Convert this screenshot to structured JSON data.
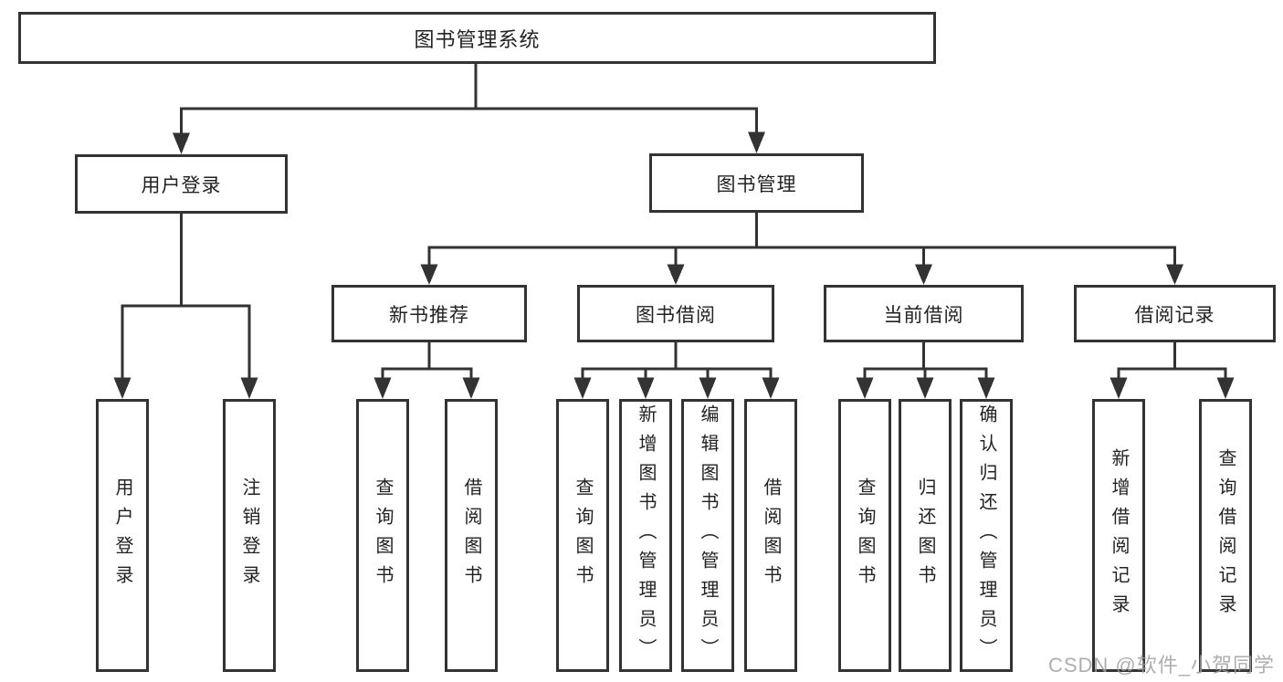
{
  "diagram": {
    "type": "tree",
    "root": {
      "label": "图书管理系统",
      "children": [
        {
          "label": "用户登录",
          "children": [
            {
              "label": "用户登录"
            },
            {
              "label": "注销登录"
            }
          ]
        },
        {
          "label": "图书管理",
          "children": [
            {
              "label": "新书推荐",
              "children": [
                {
                  "label": "查询图书"
                },
                {
                  "label": "借阅图书"
                }
              ]
            },
            {
              "label": "图书借阅",
              "children": [
                {
                  "label": "查询图书"
                },
                {
                  "label": "新增图书（管理员）"
                },
                {
                  "label": "编辑图书（管理员）"
                },
                {
                  "label": "借阅图书"
                }
              ]
            },
            {
              "label": "当前借阅",
              "children": [
                {
                  "label": "查询图书"
                },
                {
                  "label": "归还图书"
                },
                {
                  "label": "确认归还（管理员）"
                }
              ]
            },
            {
              "label": "借阅记录",
              "children": [
                {
                  "label": "新增借阅记录"
                },
                {
                  "label": "查询借阅记录"
                }
              ]
            }
          ]
        }
      ]
    },
    "watermark": "CSDN @软件_小贺同学",
    "colors": {
      "line": "#333333",
      "box_border": "#333333",
      "box_background": "#ffffff",
      "text": "#222222",
      "page_background": "#ffffff",
      "watermark": "#a0a0a0"
    }
  }
}
